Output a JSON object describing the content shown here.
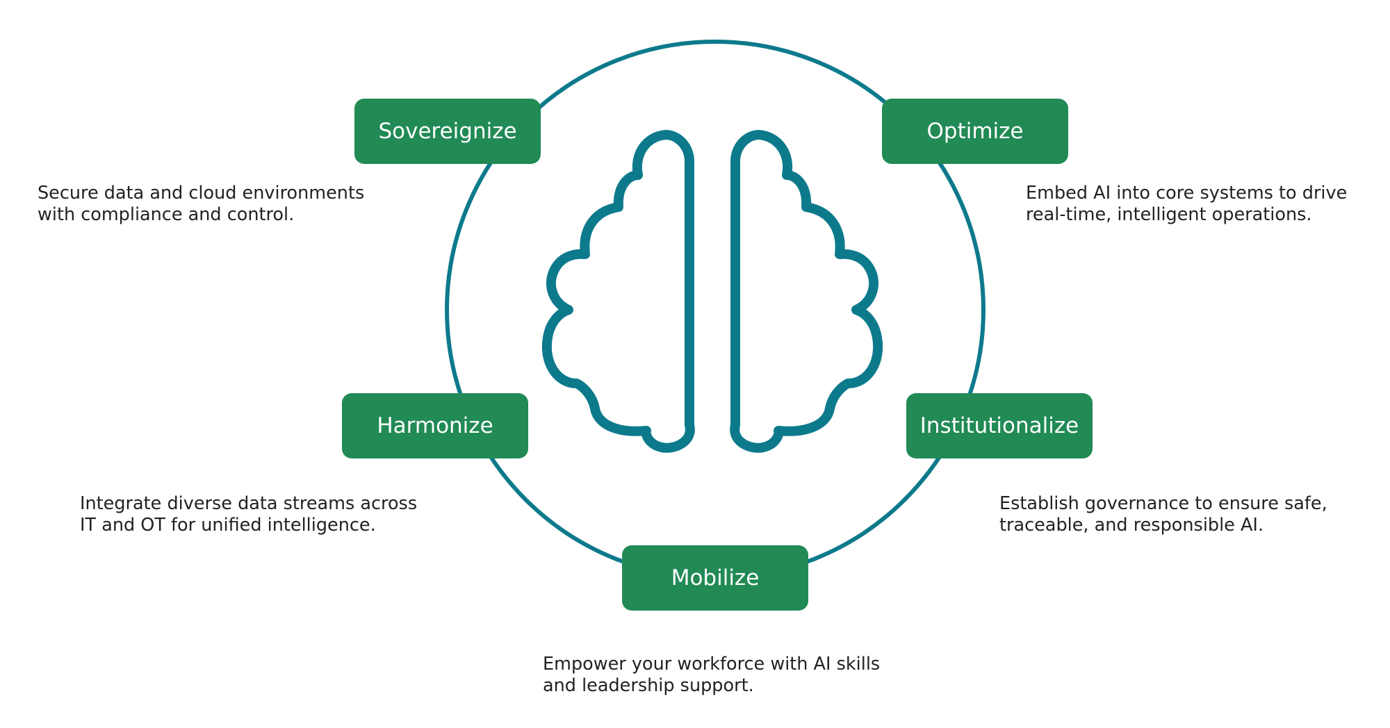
{
  "colors": {
    "ring": "#0d7a8c",
    "brain": "#0d7a8c",
    "pill": "#218a55",
    "pill_text": "#ffffff",
    "body_text": "#222222"
  },
  "center_icon": "brain-icon",
  "steps": {
    "sovereignize": {
      "label": "Sovereignize",
      "desc": [
        "Secure data and cloud environments",
        "with compliance and control."
      ]
    },
    "optimize": {
      "label": "Optimize",
      "desc": [
        "Embed AI into core systems to drive",
        "real-time, intelligent operations."
      ]
    },
    "harmonize": {
      "label": "Harmonize",
      "desc": [
        "Integrate diverse data streams across",
        "IT and OT for unified intelligence."
      ]
    },
    "institutionalize": {
      "label": "Institutionalize",
      "desc": [
        "Establish governance to ensure safe,",
        "traceable, and responsible AI."
      ]
    },
    "mobilize": {
      "label": "Mobilize",
      "desc": [
        "Empower your workforce with AI skills",
        "and leadership support."
      ]
    }
  }
}
